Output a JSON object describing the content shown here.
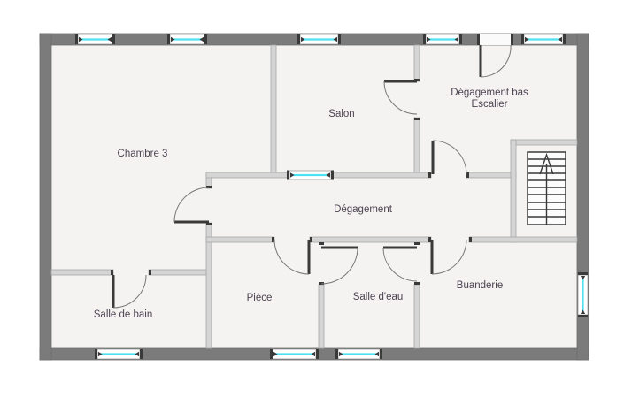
{
  "rooms": [
    {
      "id": "chambre-3",
      "label": "Chambre 3"
    },
    {
      "id": "salon",
      "label": "Salon"
    },
    {
      "id": "degagement-bas-escalier",
      "label": "Dégagement bas",
      "label2": "Escalier"
    },
    {
      "id": "degagement",
      "label": "Dégagement"
    },
    {
      "id": "salle-de-bain",
      "label": "Salle de bain"
    },
    {
      "id": "piece",
      "label": "Pièce"
    },
    {
      "id": "salle-deau",
      "label": "Salle d'eau"
    },
    {
      "id": "buanderie",
      "label": "Buanderie"
    }
  ],
  "stairs": {
    "direction": "up"
  },
  "counts": {
    "windows": 10,
    "doors": 9
  },
  "colors": {
    "wall-ext": "#7b7b7b",
    "wall-int": "#d5d5d5",
    "wall-int-edge": "#a6a6a6",
    "floor": "#f4f3f1",
    "door": "#3a3a3a",
    "door-arc": "#777777",
    "window-glass": "#4ee1f0",
    "window-frame": "#919191",
    "label": "#4d4352",
    "bg": "#ffffff"
  }
}
